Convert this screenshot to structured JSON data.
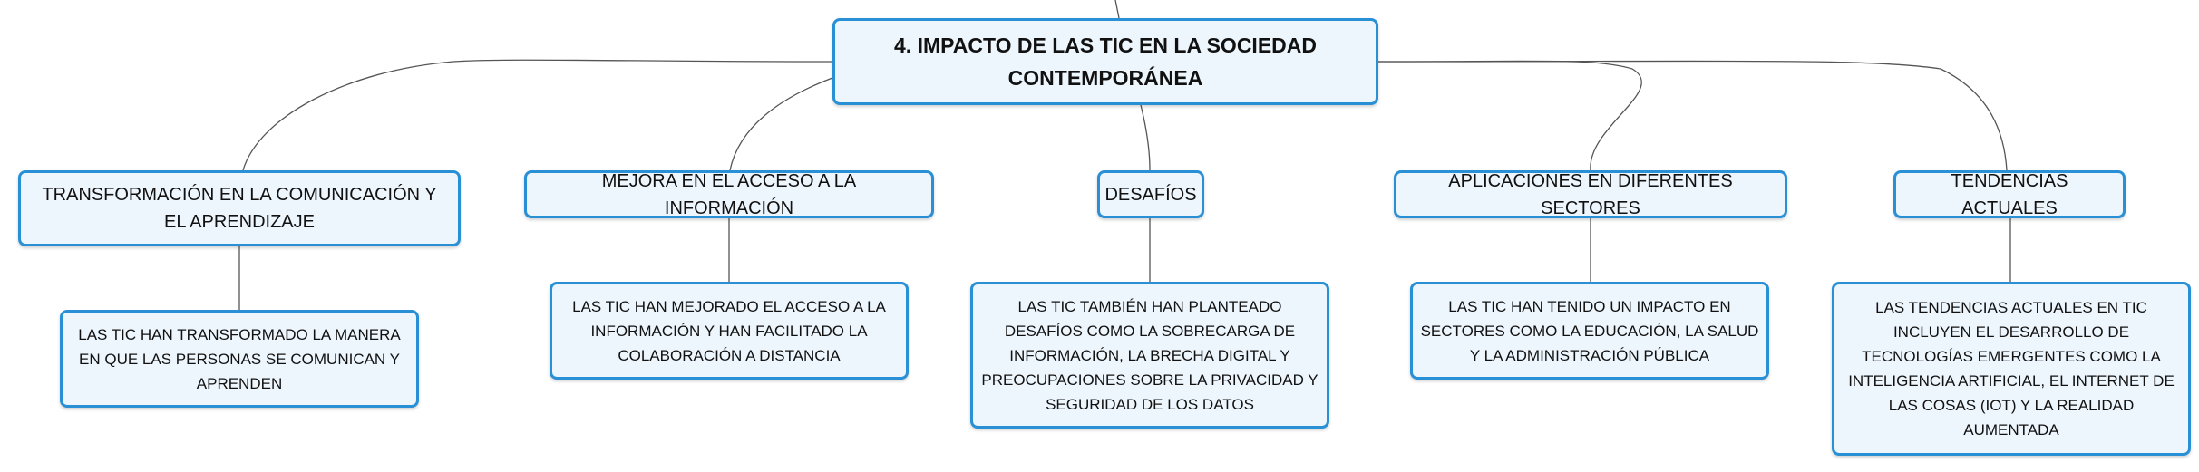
{
  "colors": {
    "node_border": "#2a90d6",
    "node_fill": "#eef6fd",
    "connector": "#555555"
  },
  "root": {
    "title": "4. IMPACTO DE LAS TIC EN LA SOCIEDAD CONTEMPORÁNEA"
  },
  "branches": [
    {
      "label": "TRANSFORMACIÓN EN LA COMUNICACIÓN Y EL APRENDIZAJE",
      "detail": "LAS TIC HAN TRANSFORMADO LA MANERA EN QUE LAS PERSONAS SE COMUNICAN Y APRENDEN"
    },
    {
      "label": "MEJORA EN EL ACCESO A LA INFORMACIÓN",
      "detail": "LAS TIC HAN MEJORADO EL ACCESO A LA INFORMACIÓN Y HAN FACILITADO LA COLABORACIÓN A DISTANCIA"
    },
    {
      "label": "DESAFÍOS",
      "detail": "LAS TIC TAMBIÉN HAN PLANTEADO DESAFÍOS COMO LA SOBRECARGA DE INFORMACIÓN, LA BRECHA DIGITAL Y PREOCUPACIONES SOBRE LA PRIVACIDAD Y SEGURIDAD DE LOS DATOS"
    },
    {
      "label": "APLICACIONES EN DIFERENTES SECTORES",
      "detail": "LAS TIC HAN TENIDO UN IMPACTO EN SECTORES COMO LA EDUCACIÓN, LA SALUD Y LA ADMINISTRACIÓN PÚBLICA"
    },
    {
      "label": "TENDENCIAS ACTUALES",
      "detail": "LAS TENDENCIAS ACTUALES EN TIC INCLUYEN EL DESARROLLO DE TECNOLOGÍAS EMERGENTES COMO LA INTELIGENCIA ARTIFICIAL, EL INTERNET DE LAS COSAS (IOT) Y LA REALIDAD AUMENTADA"
    }
  ]
}
